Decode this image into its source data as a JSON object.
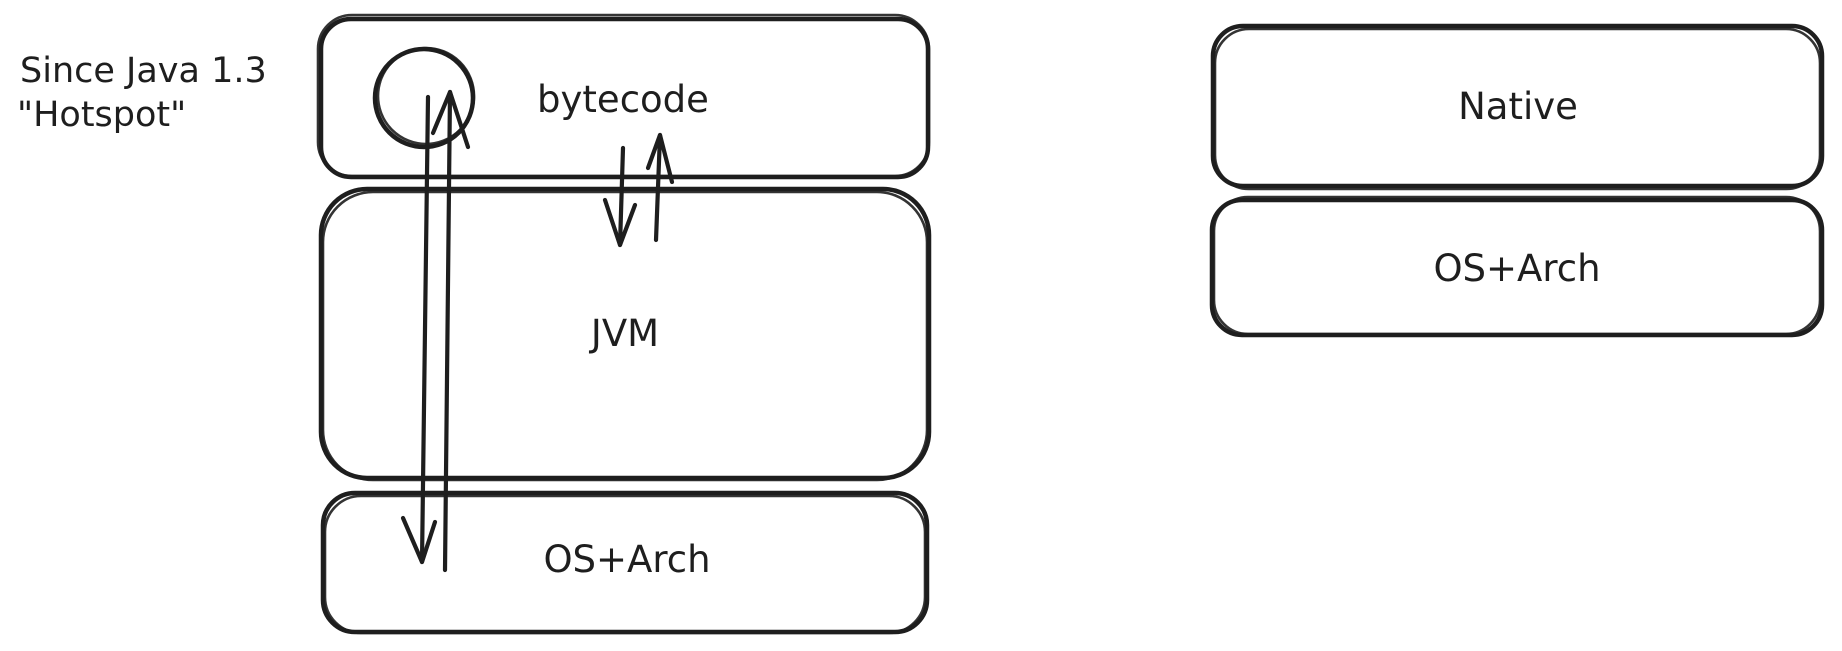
{
  "colors": {
    "stroke": "#1e1e1e",
    "background": "#ffffff"
  },
  "annotation": {
    "line1": "Since Java 1.3",
    "line2": "\"Hotspot\""
  },
  "left_stack": {
    "bytecode_label": "bytecode",
    "jvm_label": "JVM",
    "os_arch_label": "OS+Arch"
  },
  "right_stack": {
    "native_label": "Native",
    "os_arch_label": "OS+Arch"
  }
}
